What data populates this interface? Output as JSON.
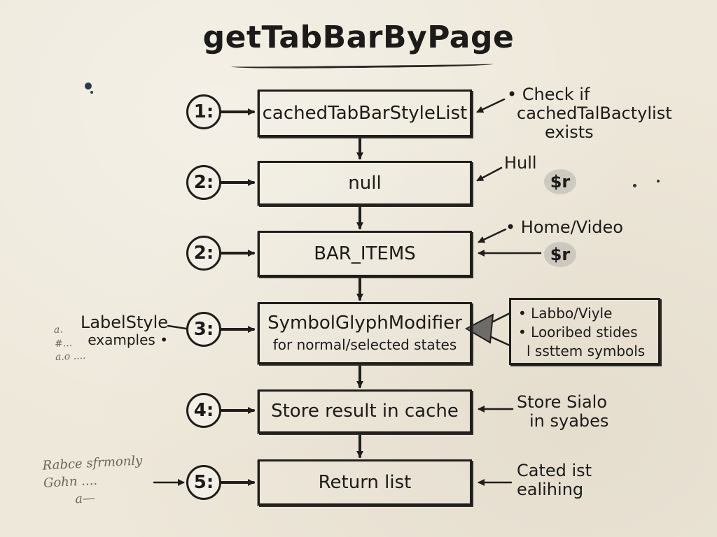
{
  "title": "getTabBarByPage",
  "steps": [
    {
      "marker": "1:",
      "label": "cachedTabBarStyleList"
    },
    {
      "marker": "2:",
      "label": "null"
    },
    {
      "marker": "2:",
      "label": "BAR_ITEMS"
    },
    {
      "marker": "3:",
      "label": "SymbolGlyphModifier",
      "sublabel": "for normal/selected states"
    },
    {
      "marker": "4:",
      "label": "Store result in cache"
    },
    {
      "marker": "5:",
      "label": "Return list"
    }
  ],
  "right_notes": [
    {
      "lines": [
        "• Check if",
        "cachedTalBactylist",
        "exists"
      ]
    },
    {
      "lines": [
        "Hull"
      ],
      "badge": "$r"
    },
    {
      "lines": [
        "• Home/Video"
      ],
      "badge": "$r"
    },
    {
      "lines": [
        "Store Sialo",
        "in syabes"
      ]
    },
    {
      "lines": [
        "Cated ist",
        "ealihing"
      ]
    }
  ],
  "side_box_items": [
    "• Labbo/Viyle",
    "• Looribed stides",
    "l ssttem symbols"
  ],
  "left_note": {
    "lines": [
      "LabelStyle",
      "examples •"
    ]
  },
  "scrawls": [
    {
      "lines": [
        "Rabce sfrmonly",
        "Gohn ....",
        "a—"
      ]
    },
    {
      "lines": [
        "a.",
        "#...",
        "a.o ...."
      ]
    }
  ]
}
